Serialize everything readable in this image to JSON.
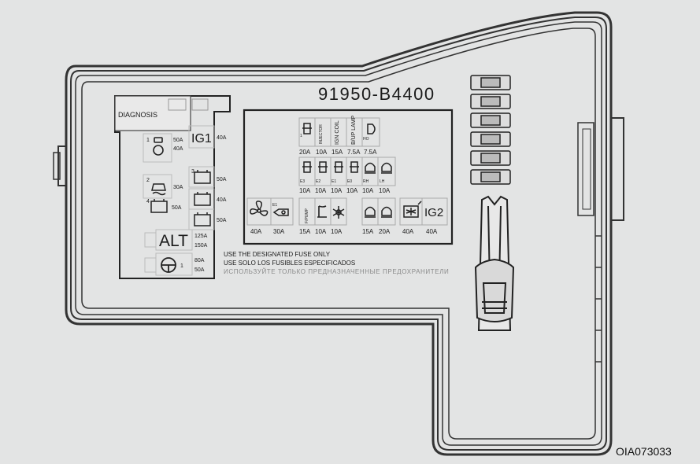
{
  "part_number": "91950-B4400",
  "figure_code": "OIA073033",
  "diagnosis_label": "DIAGNOSIS",
  "left_panel": {
    "ig1": {
      "label": "IG1",
      "rating": "40A"
    },
    "slots": [
      {
        "number": "1",
        "icon": "engine-warning-icon",
        "ratings": [
          "50A",
          "40A"
        ]
      },
      {
        "number": "2",
        "icon": "vehicle-stability-icon",
        "ratings": [
          "30A"
        ]
      },
      {
        "number": "3",
        "icon": "battery-icon",
        "ratings": [
          "50A"
        ]
      },
      {
        "number": "4",
        "icon": "battery-icon",
        "ratings": [
          "50A"
        ]
      },
      {
        "number": "",
        "icon": "battery-icon",
        "ratings": [
          "40A"
        ]
      },
      {
        "number": "",
        "icon": "battery-icon",
        "ratings": [
          "50A"
        ]
      }
    ],
    "alt": {
      "label": "ALT",
      "ratings": [
        "125A",
        "150A"
      ]
    },
    "steering": {
      "number": "1",
      "icon": "steering-wheel-icon",
      "ratings": [
        "80A",
        "50A"
      ]
    }
  },
  "right_panel": {
    "row1": [
      {
        "code": "1",
        "icon": "sensor-icon",
        "rating": "20A"
      },
      {
        "label": "INJECTOR",
        "rating": "10A"
      },
      {
        "label": "IGN COIL",
        "rating": "15A"
      },
      {
        "label": "B/UP LAMP",
        "rating": "7.5A"
      },
      {
        "code": "HO",
        "icon": "horn-icon",
        "rating": "7.5A"
      }
    ],
    "row2": [
      {
        "code": "E3",
        "icon": "sensor-icon",
        "rating": "10A"
      },
      {
        "code": "E2",
        "icon": "sensor-icon",
        "rating": "10A"
      },
      {
        "code": "E1",
        "icon": "sensor-icon",
        "rating": "10A"
      },
      {
        "code": "E0",
        "icon": "sensor-icon",
        "rating": "10A"
      },
      {
        "code": "RH",
        "icon": "headlamp-icon",
        "rating": "10A"
      },
      {
        "code": "LH",
        "icon": "headlamp-icon",
        "rating": "10A"
      }
    ],
    "row3": [
      {
        "icon": "cooling-fan-icon",
        "rating": "40A"
      },
      {
        "code": "E1",
        "icon": "horn-icon",
        "rating": "30A"
      },
      {
        "label": "F/PUMP",
        "rating": "15A"
      },
      {
        "icon": "fuel-pump-icon",
        "rating": "10A"
      },
      {
        "icon": "defroster-icon",
        "rating": "10A"
      },
      {
        "icon": "headlamp-icon",
        "rating": "15A"
      },
      {
        "icon": "headlamp-icon",
        "rating": "20A"
      },
      {
        "icon": "rear-defrost-icon",
        "rating": "40A"
      },
      {
        "label": "IG2",
        "rating": "40A"
      }
    ]
  },
  "notice": {
    "en": "USE THE DESIGNATED FUSE ONLY",
    "es": "USE SOLO LOS FUSIBLES ESPECIFICADOS",
    "ru": "ИСПОЛЬЗУЙТЕ ТОЛЬКО ПРЕДНАЗНАЧЕННЫЕ ПРЕДОХРАНИТЕЛИ"
  }
}
